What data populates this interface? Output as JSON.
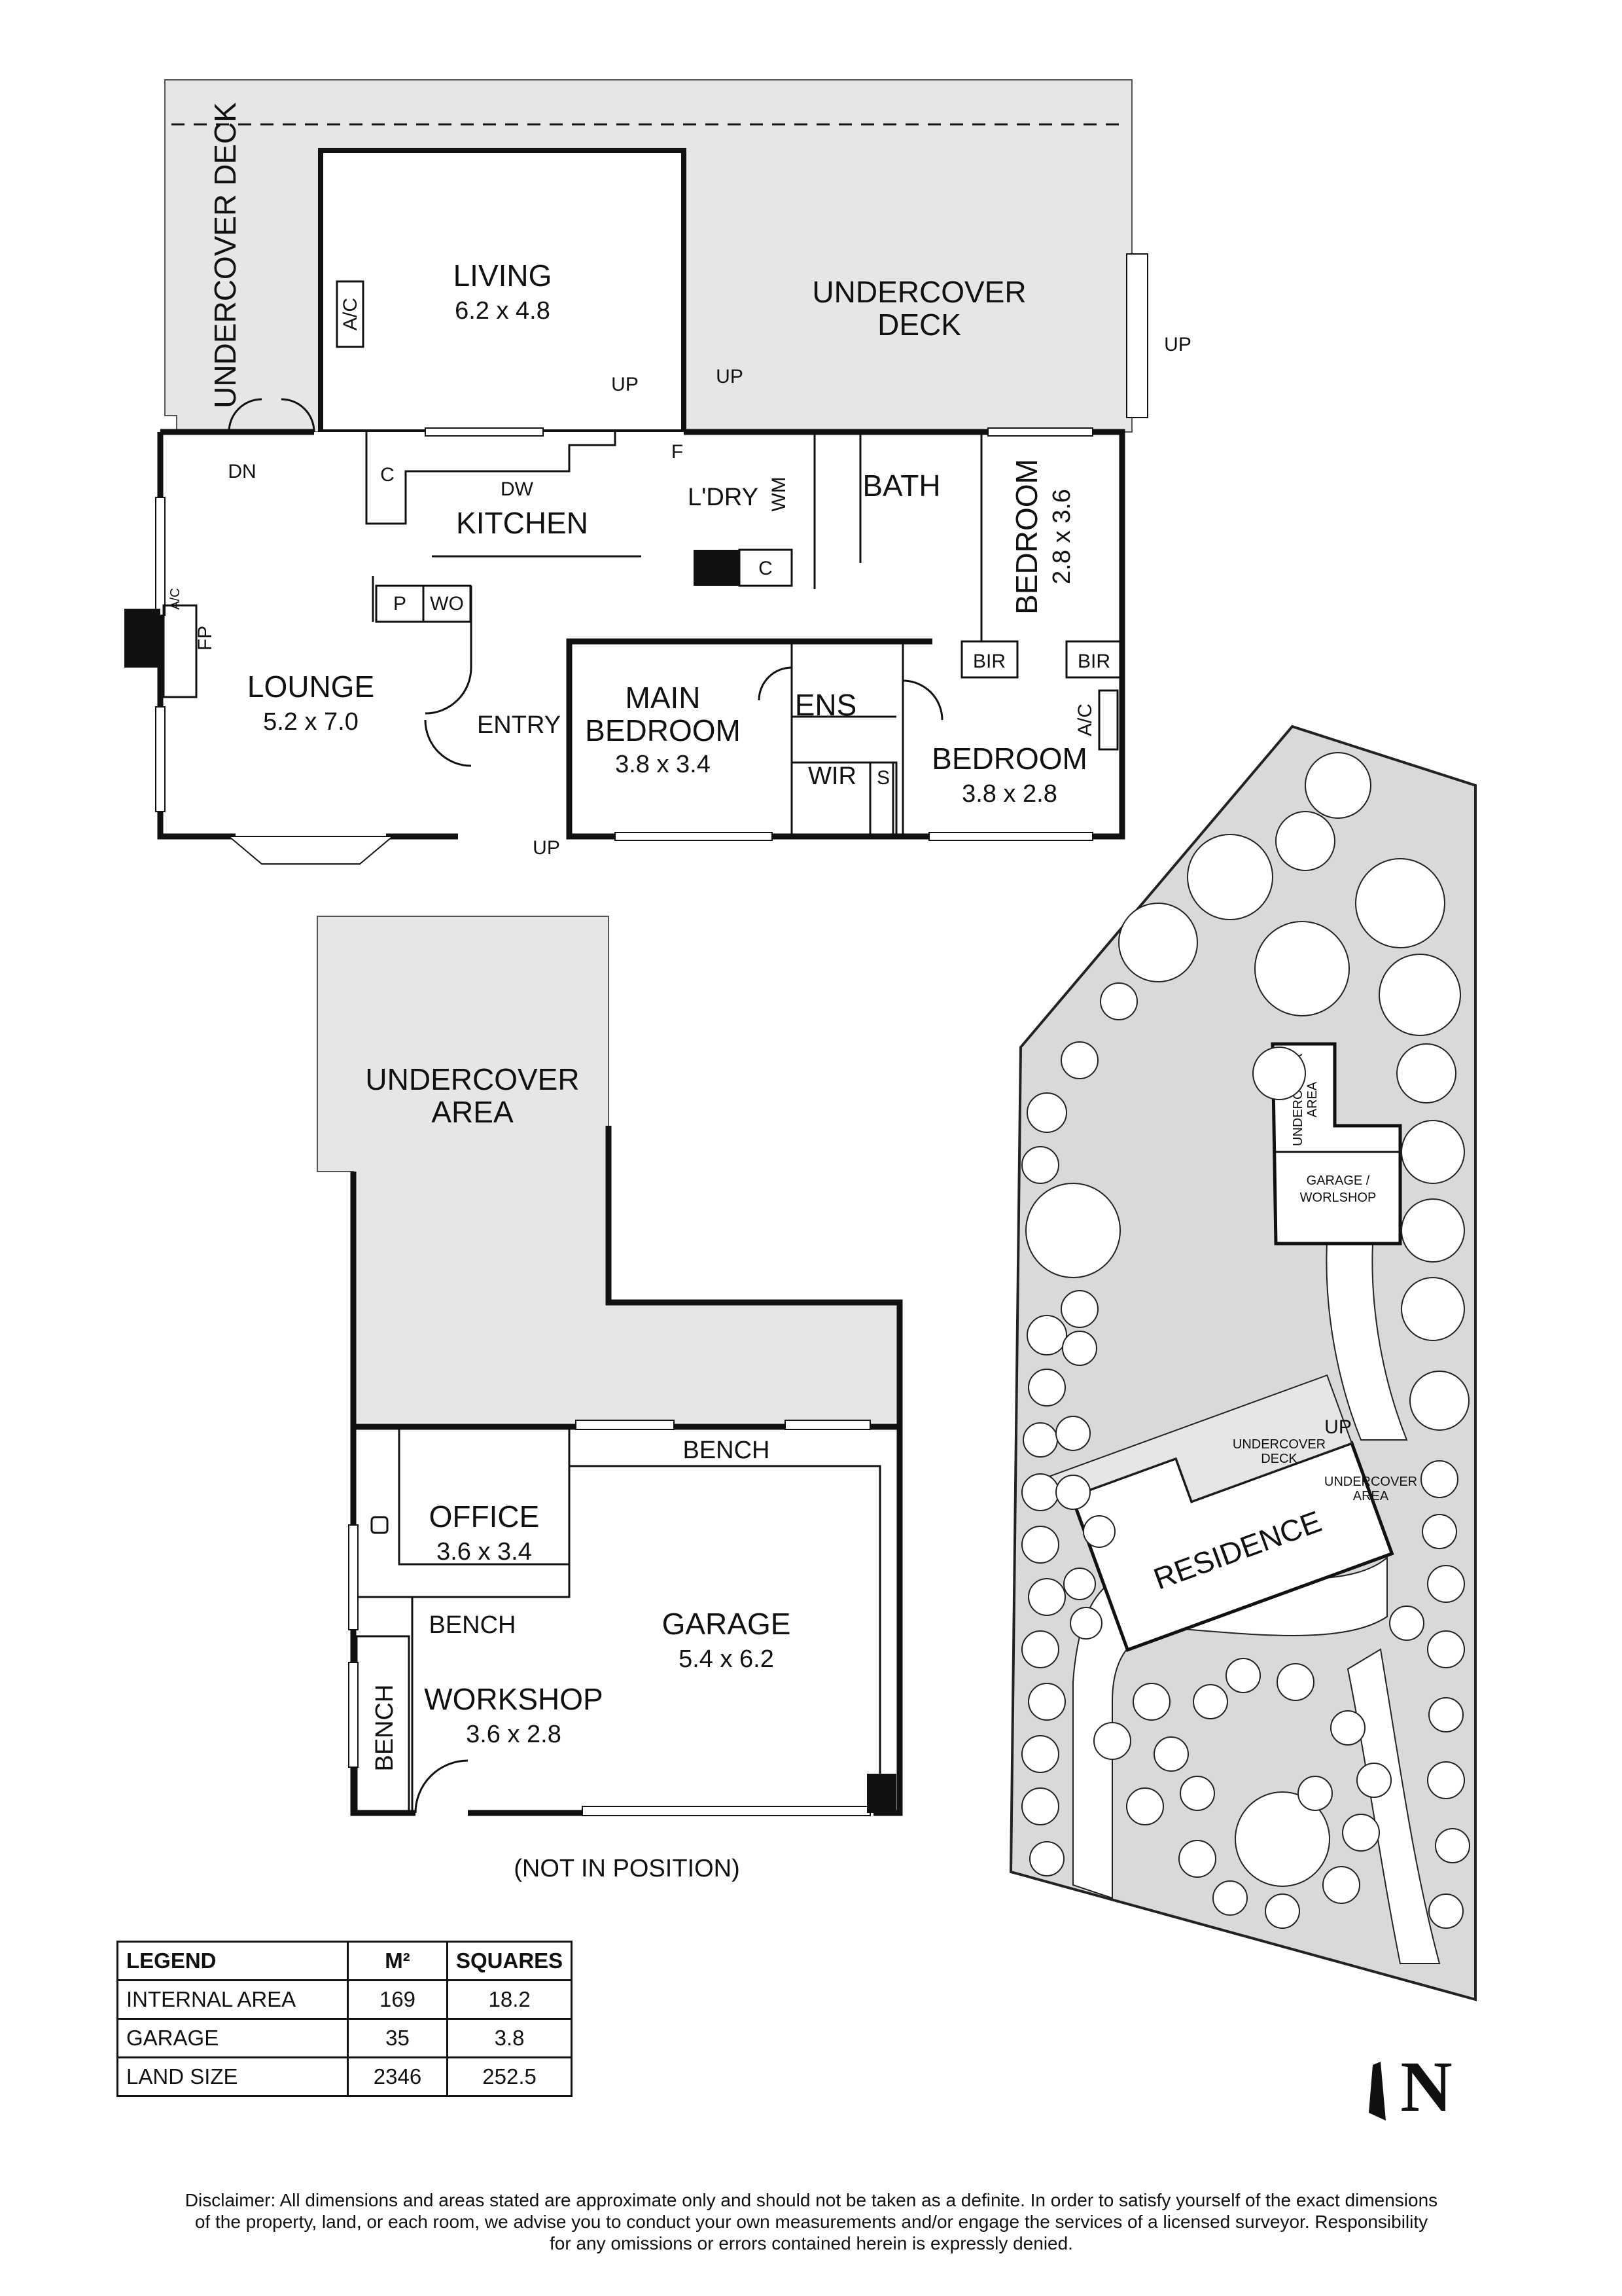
{
  "house": {
    "deck_left": "UNDERCOVER DECK",
    "deck_right_1": "UNDERCOVER",
    "deck_right_2": "DECK",
    "living": "LIVING",
    "living_dim": "6.2 x 4.8",
    "kitchen": "KITCHEN",
    "lounge": "LOUNGE",
    "lounge_dim": "5.2 x 7.0",
    "entry": "ENTRY",
    "main_bed_1": "MAIN",
    "main_bed_2": "BEDROOM",
    "main_bed_dim": "3.8 x 3.4",
    "ens": "ENS",
    "wir": "WIR",
    "s": "S",
    "ldry": "L'DRY",
    "wm": "WM",
    "bath": "BATH",
    "bed2": "BEDROOM",
    "bed2_dim": "2.8 x 3.6",
    "bed3": "BEDROOM",
    "bed3_dim": "3.8 x 2.8",
    "bir": "BIR",
    "ac": "A/C",
    "fp": "FP",
    "p": "P",
    "wo": "WO",
    "c": "C",
    "dw": "DW",
    "f": "F",
    "up": "UP",
    "dn": "DN"
  },
  "garage_block": {
    "undercover_1": "UNDERCOVER",
    "undercover_2": "AREA",
    "office": "OFFICE",
    "office_dim": "3.6 x 3.4",
    "bench": "BENCH",
    "garage": "GARAGE",
    "garage_dim": "5.4 x 6.2",
    "workshop": "WORKSHOP",
    "workshop_dim": "3.6 x 2.8",
    "not_in_position": "(NOT IN POSITION)"
  },
  "site": {
    "residence": "RESIDENCE",
    "undercover_area_1": "UNDERCOVER",
    "undercover_area_2": "AREA",
    "garage_1": "GARAGE /",
    "garage_2": "WORLSHOP",
    "deck_1": "UNDERCOVER",
    "deck_2": "DECK",
    "area_1": "UNDERCOVER",
    "area_2": "AREA",
    "up": "UP",
    "north": "N"
  },
  "legend": {
    "headers": [
      "LEGEND",
      "M²",
      "SQUARES"
    ],
    "rows": [
      {
        "label": "INTERNAL AREA",
        "m2": "169",
        "squares": "18.2"
      },
      {
        "label": "GARAGE",
        "m2": "35",
        "squares": "3.8"
      },
      {
        "label": "LAND SIZE",
        "m2": "2346",
        "squares": "252.5"
      }
    ]
  },
  "disclaimer": {
    "line1": "Disclaimer: All dimensions and areas stated are approximate only and should not be taken as a definite. In order to satisfy yourself of the exact dimensions",
    "line2": "of the property, land, or each room, we advise you to conduct your own measurements and/or engage the services of a licensed surveyor. Responsibility",
    "line3": "for any omissions or errors contained herein is expressly denied."
  },
  "colors": {
    "deck_fill": "#e6e6e6",
    "wall": "#111111"
  }
}
